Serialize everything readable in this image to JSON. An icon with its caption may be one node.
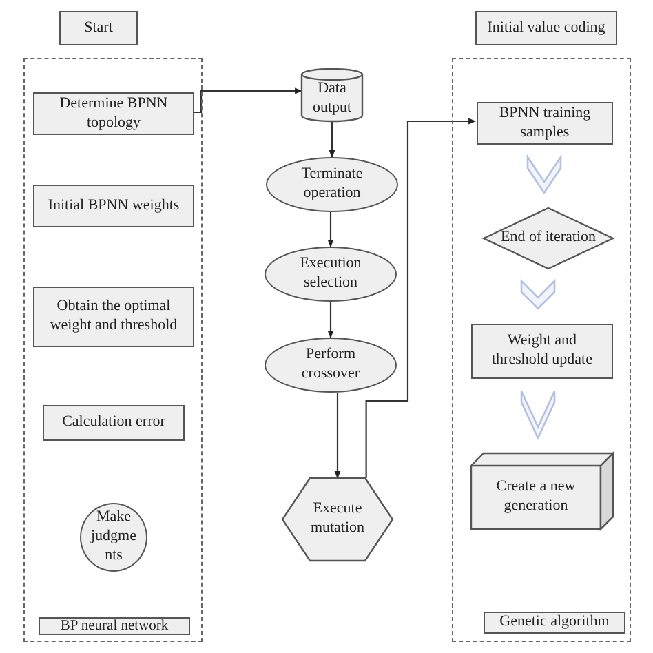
{
  "diagram": {
    "nodes": [
      {
        "text": [
          "Start"
        ]
      },
      {
        "text": [
          "BP neural network"
        ]
      },
      {
        "text": [
          "Determine BPNN topology"
        ],
        "in": 1
      },
      {
        "text": [
          "Initial BPNN weights"
        ],
        "in": 1
      },
      {
        "text": [
          "Obtain the optimal weight and threshold"
        ],
        "in": 1
      },
      {
        "text": [
          "Calculation error"
        ],
        "in": 1
      },
      {
        "text": [
          "Make judgme nts"
        ],
        "in": 1
      },
      {
        "text": [
          "Initial value coding"
        ]
      },
      {
        "text": [
          "Genetic algorithm"
        ]
      },
      {
        "text": [
          "BPNN training samples"
        ],
        "in": 8
      },
      {
        "text": [
          "End of iteration"
        ],
        "in": 8
      },
      {
        "text": [
          "Weight and threshold update"
        ],
        "in": 8
      },
      {
        "text": [
          "Create a new generation"
        ],
        "in": 8
      },
      {
        "text": [
          "Data output"
        ]
      },
      {
        "text": [
          "Terminate operation"
        ]
      },
      {
        "text": [
          "Execution selection"
        ]
      },
      {
        "text": [
          "Perform crossover"
        ]
      },
      {
        "text": [
          "Execute mutation"
        ]
      }
    ],
    "edges": [
      {
        "from": 2,
        "to": 13,
        "arrow": "to"
      },
      {
        "from": 13,
        "to": 14,
        "arrow": "to"
      },
      {
        "from": 14,
        "to": 15,
        "arrow": "to"
      },
      {
        "from": 15,
        "to": 16,
        "arrow": "to"
      },
      {
        "from": 16,
        "to": 17,
        "arrow": "to"
      },
      {
        "from": 17,
        "to": 9,
        "arrow": "to"
      },
      {
        "from": 9,
        "to": 10,
        "arrow": "to",
        "color": "#b4c0e0"
      },
      {
        "from": 10,
        "to": 11,
        "arrow": "to",
        "color": "#b4c0e0"
      },
      {
        "from": 11,
        "to": 12,
        "arrow": "to",
        "color": "#b4c0e0"
      }
    ]
  }
}
